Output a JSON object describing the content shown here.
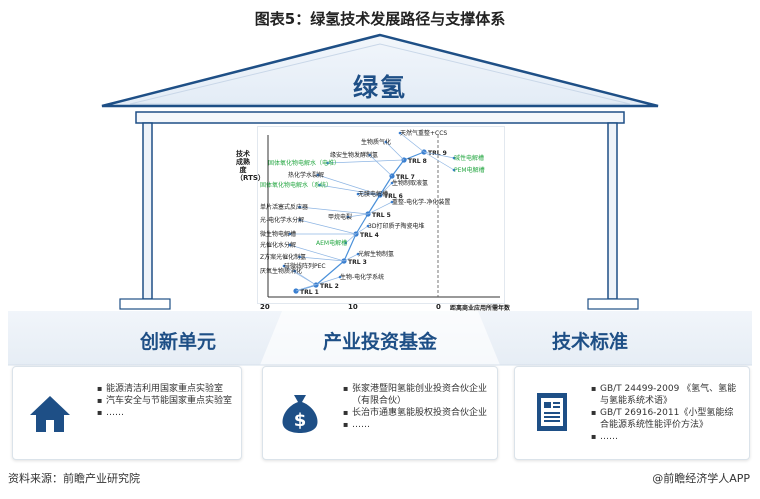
{
  "title": "图表5：绿氢技术发展路径与支撑体系",
  "roof_label": "绿氢",
  "pillars": [
    {
      "title": "创新单元",
      "icon": "house-icon",
      "items": [
        "能源清洁利用国家重点实验室",
        "汽车安全与节能国家重点实验室",
        "……"
      ]
    },
    {
      "title": "产业投资基金",
      "icon": "money-bag-icon",
      "items": [
        "张家港暨阳氢能创业投资合伙企业（有限合伙）",
        "长治市通惠氢能股权投资合伙企业",
        "……"
      ]
    },
    {
      "title": "技术标准",
      "icon": "document-icon",
      "items": [
        "GB/T 24499-2009 《氢气、氢能与氢能系统术语》",
        "GB/T 26916-2011《小型氢能综合能源系统性能评价方法》",
        "……"
      ]
    }
  ],
  "chart": {
    "y_axis_label": "技术成熟度（RTS）",
    "x_axis_label": "距离商业应用所需年数",
    "x_ticks": [
      "20",
      "10",
      "0"
    ],
    "trl_labels": [
      "TRL 1",
      "TRL 2",
      "TRL 3",
      "TRL 4",
      "TRL 5",
      "TRL 6",
      "TRL 7",
      "TRL 8",
      "TRL 9"
    ],
    "technologies": [
      {
        "label": "天然气重整+CCS",
        "green": false
      },
      {
        "label": "生物质气化",
        "green": false
      },
      {
        "label": "碱性电解槽",
        "green": true
      },
      {
        "label": "PEM电解槽",
        "green": true
      },
      {
        "label": "固体氧化物电解水（电堆）",
        "green": true
      },
      {
        "label": "缘安生物发酵制氢",
        "green": false
      },
      {
        "label": "热化学水裂解",
        "green": false
      },
      {
        "label": "固体氧化物电解水（系统）",
        "green": true
      },
      {
        "label": "生物制取液氢",
        "green": false
      },
      {
        "label": "无膜电解槽",
        "green": false
      },
      {
        "label": "重整-电化学-净化装置",
        "green": false
      },
      {
        "label": "单片活塞式反应器",
        "green": false
      },
      {
        "label": "甲烷电裂",
        "green": false
      },
      {
        "label": "光-电化学水分解",
        "green": false
      },
      {
        "label": "3D打印质子陶瓷电堆",
        "green": false
      },
      {
        "label": "微生物电解槽",
        "green": false
      },
      {
        "label": "AEM电解槽",
        "green": true
      },
      {
        "label": "光催化水分解",
        "green": false
      },
      {
        "label": "光解生物制氢",
        "green": false
      },
      {
        "label": "Z方案光催化制氢",
        "green": false
      },
      {
        "label": "硅微线阵列PEC",
        "green": false
      },
      {
        "label": "厌氧生物质消化",
        "green": false
      },
      {
        "label": "生物-电化学系统",
        "green": false
      }
    ]
  },
  "footer": {
    "source": "资料来源：前瞻产业研究院",
    "brand": "@前瞻经济学人APP"
  },
  "colors": {
    "primary": "#1e4f86",
    "accent": "#4a90d9",
    "green": "#27a844",
    "node": "#3a7fd0"
  }
}
